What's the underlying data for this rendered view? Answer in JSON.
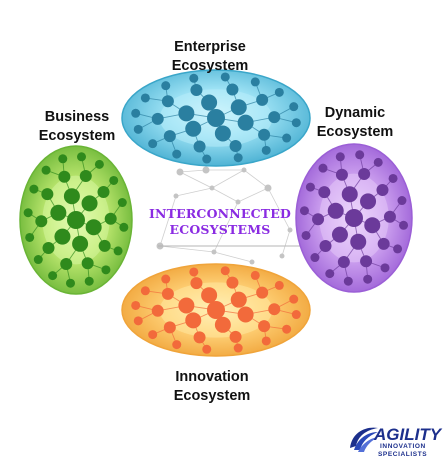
{
  "diagram": {
    "center_title": [
      "INTERCONNECTED",
      "ECOSYSTEMS"
    ],
    "ecosystems": [
      {
        "id": "enterprise",
        "label": [
          "Enterprise",
          "Ecosystem"
        ],
        "color": "#3aa6c9",
        "light": "#b8ecfa",
        "node": "#2a7fa0"
      },
      {
        "id": "business",
        "label": [
          "Business",
          "Ecosystem"
        ],
        "color": "#6ab536",
        "light": "#d6f5a0",
        "node": "#2f8a1c"
      },
      {
        "id": "dynamic",
        "label": [
          "Dynamic",
          "Ecosystem"
        ],
        "color": "#9b5fd6",
        "light": "#e3c7f8",
        "node": "#6b3a9a"
      },
      {
        "id": "innovation",
        "label": [
          "Innovation",
          "Ecosystem"
        ],
        "color": "#f0a43a",
        "light": "#ffe7a0",
        "node": "#f26a3b"
      }
    ]
  },
  "logo": {
    "main": "AGILITY",
    "sub1": "INNOVATION",
    "sub2": "SPECIALISTS"
  }
}
